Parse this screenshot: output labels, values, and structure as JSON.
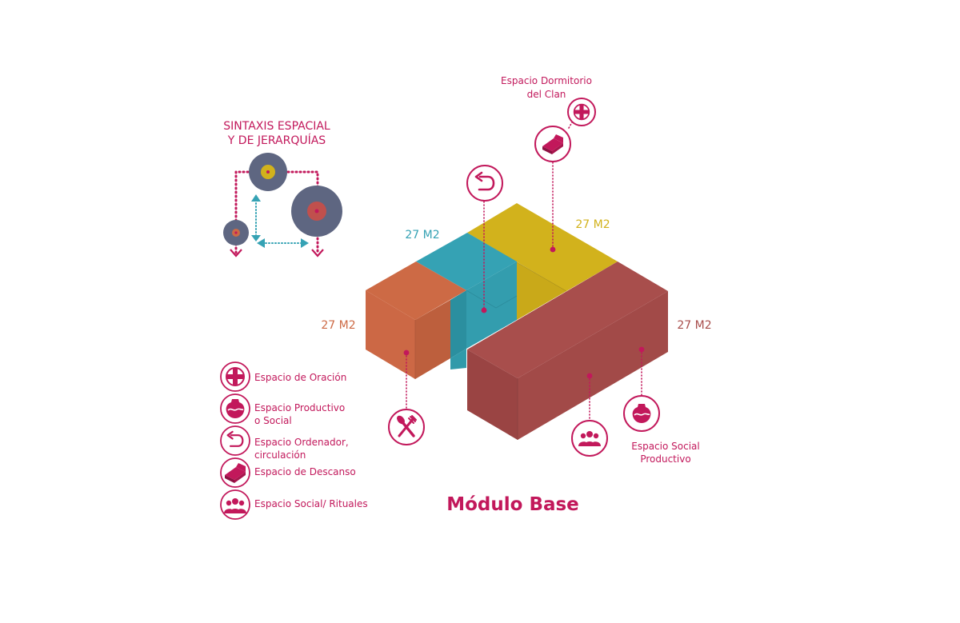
{
  "title": "Módulo Base",
  "syntax_panel": {
    "title_line1": "SINTAXIS ESPACIAL",
    "title_line2": "Y DE JERARQUÍAS"
  },
  "areas": {
    "teal": "27 M2",
    "yellow": "27 M2",
    "orange": "27 M2",
    "red": "27 M2"
  },
  "callouts": {
    "dormitorio_line1": "Espacio Dormitorio",
    "dormitorio_line2": "del Clan",
    "social_productivo_line1": "Espacio Social",
    "social_productivo_line2": "Productivo"
  },
  "legend": [
    {
      "icon": "cross-icon",
      "line1": "Espacio de Oración",
      "line2": ""
    },
    {
      "icon": "vase-icon",
      "line1": "Espacio Productivo",
      "line2": "o Social"
    },
    {
      "icon": "return-arrow-icon",
      "line1": "Espacio Ordenador,",
      "line2": "circulación"
    },
    {
      "icon": "bed-icon",
      "line1": "Espacio de Descanso",
      "line2": ""
    },
    {
      "icon": "people-icon",
      "line1": "Espacio Social/ Rituales",
      "line2": ""
    }
  ],
  "colors": {
    "accent": "#c2185b",
    "teal": "#35a2b4",
    "teal_dark": "#2b8f9f",
    "yellow": "#d2b21c",
    "orange": "#cd6a45",
    "orange_dark": "#bd5f3d",
    "red_top": "#a84e4c",
    "red_side": "#a24a48",
    "red_front": "#9a4443",
    "slate": "#5e6681"
  }
}
